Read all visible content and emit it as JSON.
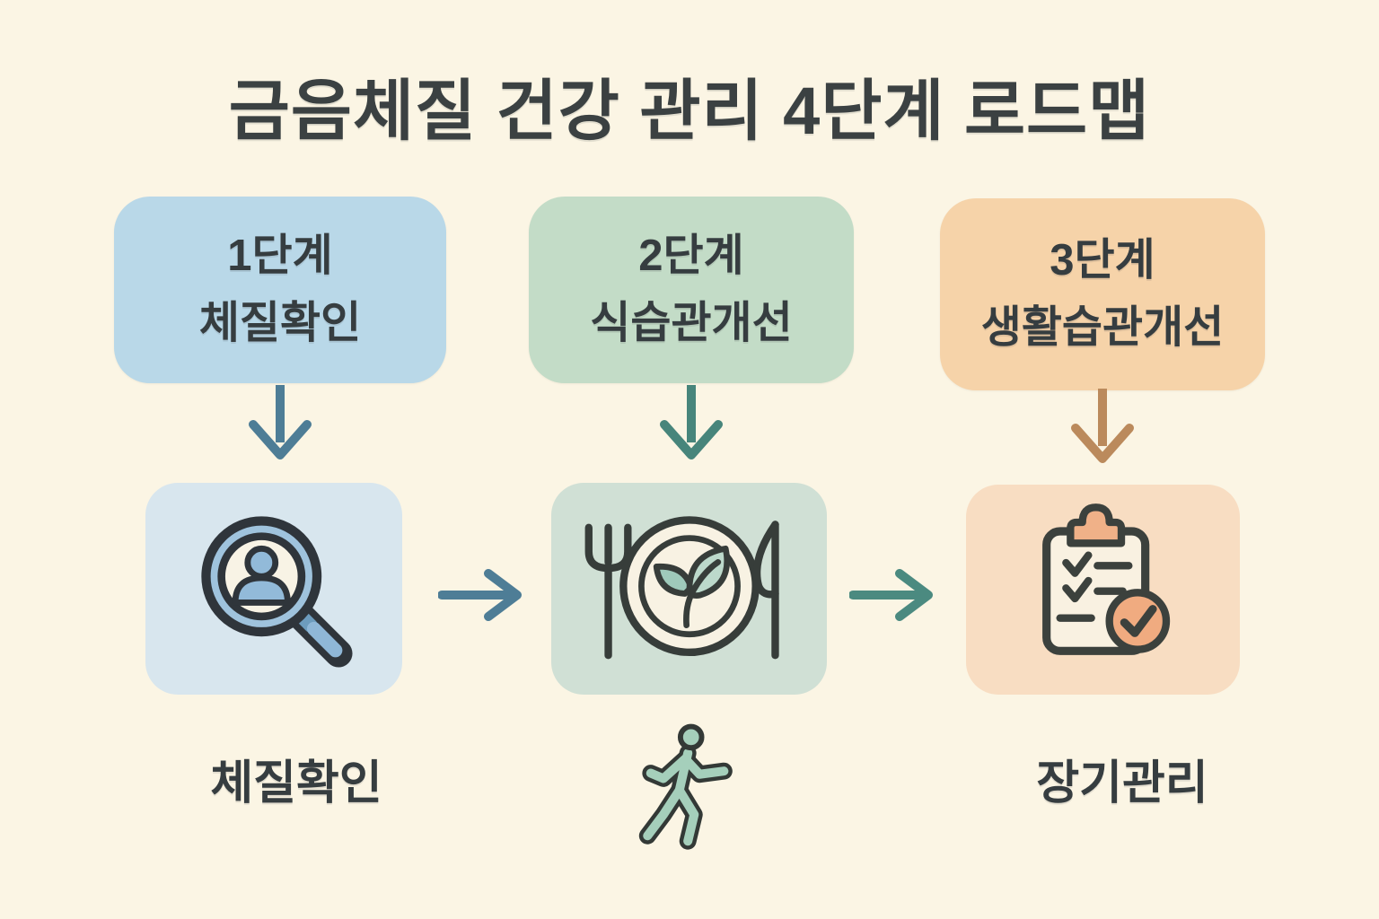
{
  "title": "금음체질 건강 관리 4단계 로드맵",
  "background_color": "#fbf5e4",
  "text_color": "#363d40",
  "steps": [
    {
      "label_line1": "1단계",
      "label_line2": "체질확인",
      "icon": "magnifier-person-icon",
      "bottom_label": "체질확인",
      "box_color": "#b9d8e8",
      "icon_box_color": "#d8e6ee",
      "down_arrow_color": "#4e7d96"
    },
    {
      "label_line1": "2단계",
      "label_line2": "식습관개선",
      "icon": "plate-leaf-icon",
      "bottom_icon": "walking-person-icon",
      "box_color": "#c3dcc7",
      "icon_box_color": "#d0e0d5",
      "down_arrow_color": "#47857b"
    },
    {
      "label_line1": "3단계",
      "label_line2": "생활습관개선",
      "icon": "clipboard-check-icon",
      "bottom_label": "장기관리",
      "box_color": "#f6d3a9",
      "icon_box_color": "#f8ddc2",
      "down_arrow_color": "#bb8a5c"
    }
  ],
  "flow_arrows": [
    {
      "from": "체질확인",
      "to": "식습관개선",
      "color": "#4e7d96"
    },
    {
      "from": "식습관개선",
      "to": "생활습관개선",
      "color": "#4b8a80"
    }
  ]
}
